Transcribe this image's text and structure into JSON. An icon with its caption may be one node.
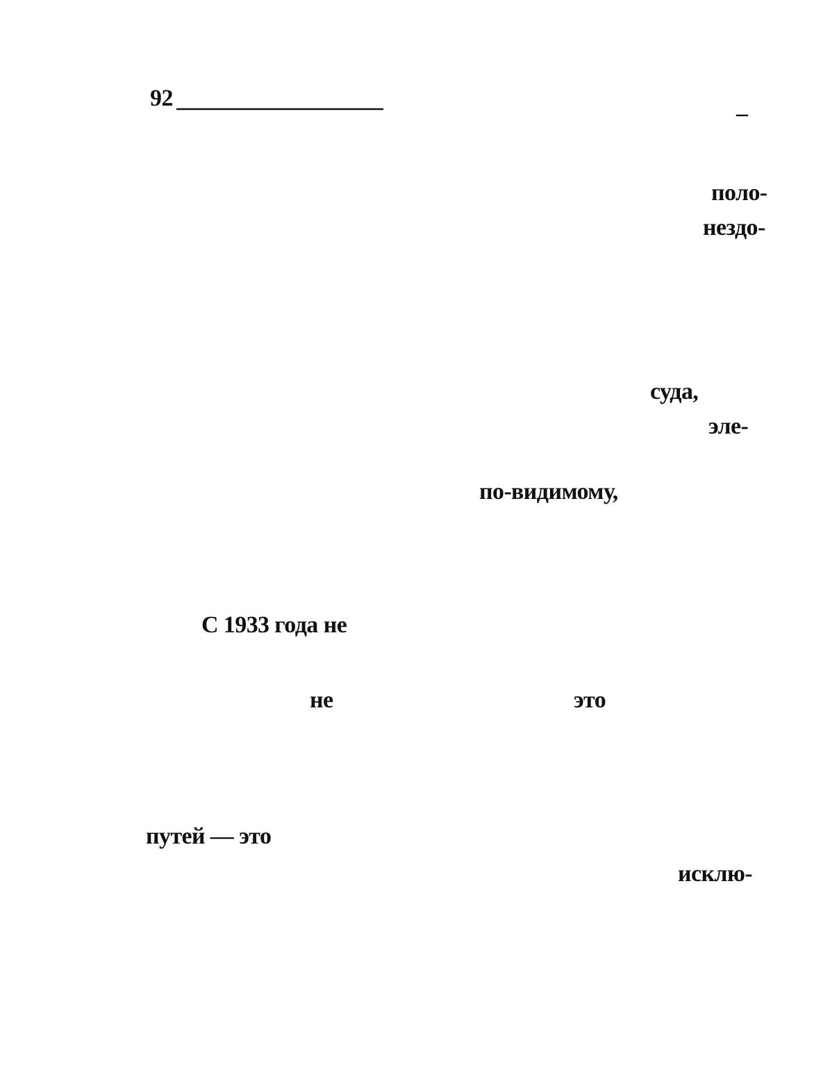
{
  "diagram": {
    "labels": [
      "92",
      "–",
      "поло-",
      "нездо-",
      "суда,",
      "эле-",
      "по-видимому,",
      "С 1933 года не",
      "не",
      "это",
      "путей — это",
      "исклю-"
    ]
  }
}
